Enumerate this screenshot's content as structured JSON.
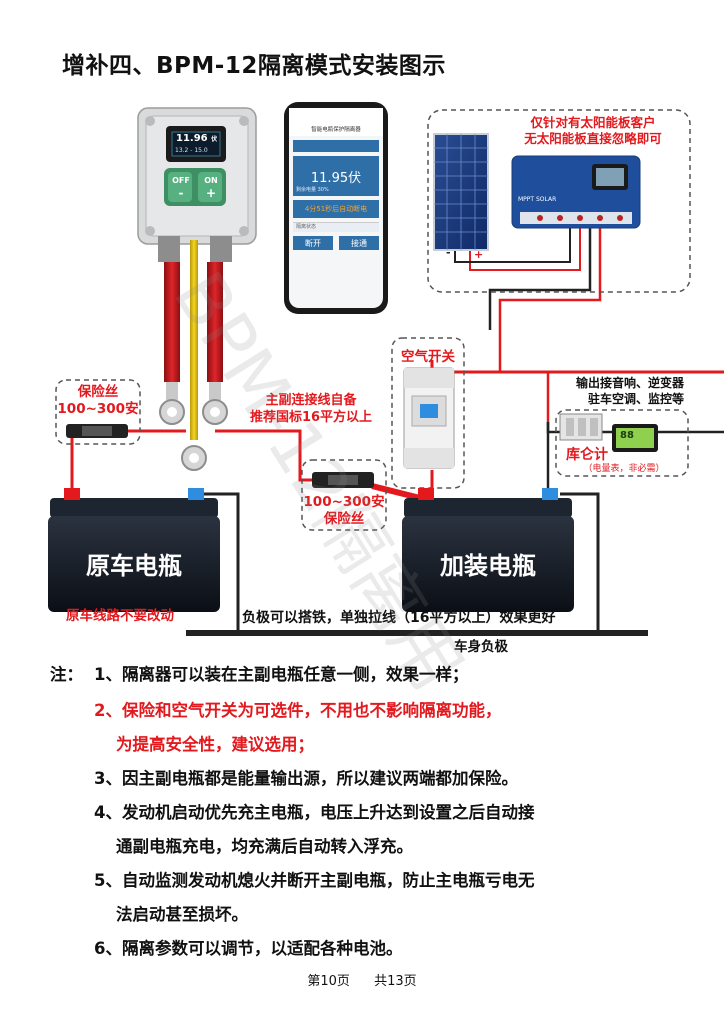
{
  "page_title": "增补四、BPM-12隔离模式安装图示",
  "device": {
    "display_line1": "11.96",
    "display_unit": "伏",
    "display_line2": "13.2 - 15.0",
    "btn_off": "OFF",
    "btn_on": "ON"
  },
  "phone": {
    "header": "智能电瓶保护隔离器",
    "voltage": "11.95伏",
    "status_line": "剩余电量 30%",
    "countdown": "4分51秒后自动断电",
    "sub": "隔离状态",
    "btn_disconnect": "断开",
    "btn_connect": "接通"
  },
  "solar": {
    "note_line1": "仅针对有太阳能板客户",
    "note_line2": "无太阳能板直接忽略即可",
    "controller_brand": "MPPT SOLAR"
  },
  "labels": {
    "fuse_left_title": "保险丝",
    "fuse_left_range": "100~300安",
    "main_wire_line1": "主副连接线自备",
    "main_wire_line2": "推荐国标16平方以上",
    "fuse_mid_range": "100~300安",
    "fuse_mid_title": "保险丝",
    "breaker": "空气开关",
    "output_line1": "输出接音响、逆变器",
    "output_line2": "驻车空调、监控等",
    "meter_title": "库仑计",
    "meter_sub": "（电量表，非必需）",
    "meter_display": "88",
    "battery_left": "原车电瓶",
    "battery_right": "加装电瓶",
    "left_note": "原车线路不要改动",
    "negative_note": "负极可以搭铁，单独拉线（16平方以上）效果更好",
    "chassis": "车身负极",
    "plus": "+",
    "minus": "-"
  },
  "notes": {
    "prefix": "注：",
    "items": [
      "1、隔离器可以装在主副电瓶任意一侧，效果一样；",
      "2、保险和空气开关为可选件，不用也不影响隔离功能，",
      "为提高安全性，建议选用；",
      "3、因主副电瓶都是能量输出源，所以建议两端都加保险。",
      "4、发动机启动优先充主电瓶，电压上升达到设置之后自动接",
      "通副电瓶充电，均充满后自动转入浮充。",
      "5、自动监测发动机熄火并断开主副电瓶，防止主电瓶亏电无",
      "法启动甚至损坏。",
      "6、隔离参数可以调节，以适配各种电池。"
    ]
  },
  "footer": {
    "page": "第10页",
    "total": "共13页"
  },
  "watermark": "BPM-12隔离用"
}
